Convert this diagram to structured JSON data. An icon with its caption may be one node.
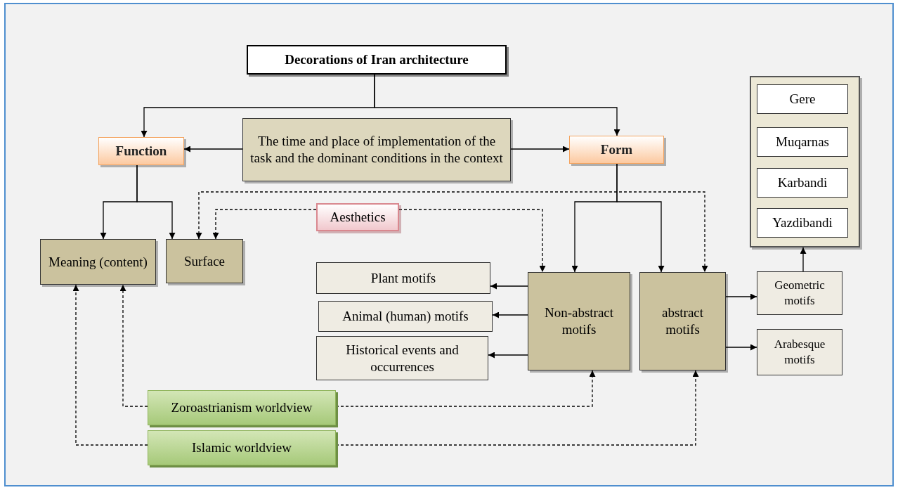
{
  "diagram": {
    "nodes": [
      {
        "text": [
          "Decorations of Iran architecture"
        ]
      },
      {
        "text": [
          "The time and place of implementation of the task and the dominant conditions in the context"
        ]
      },
      {
        "text": [
          "Function"
        ]
      },
      {
        "text": [
          "Form"
        ]
      },
      {
        "text": [
          "Meaning (content)"
        ]
      },
      {
        "text": [
          "Surface"
        ]
      },
      {
        "text": [
          "Aesthetics"
        ]
      },
      {
        "text": [
          "Plant motifs"
        ]
      },
      {
        "text": [
          "Animal (human) motifs"
        ]
      },
      {
        "text": [
          "Historical events and occurrences"
        ]
      },
      {
        "text": [
          "Non-abstract motifs"
        ]
      },
      {
        "text": [
          "abstract motifs"
        ]
      },
      {
        "text": [
          "Geometric motifs"
        ]
      },
      {
        "text": [
          "Arabesque motifs"
        ]
      },
      {
        "text": [],
        "shape": "box"
      },
      {
        "text": [
          "Gere"
        ],
        "in": 14
      },
      {
        "text": [
          "Muqarnas"
        ],
        "in": 14
      },
      {
        "text": [
          "Karbandi"
        ],
        "in": 14
      },
      {
        "text": [
          "Yazdibandi"
        ],
        "in": 14
      },
      {
        "text": [
          "Zoroastrianism worldview"
        ]
      },
      {
        "text": [
          "Islamic worldview"
        ]
      }
    ],
    "edges": [
      {
        "from": 0,
        "to": 2,
        "arrow": "to"
      },
      {
        "from": 0,
        "to": 3,
        "arrow": "to"
      },
      {
        "from": 1,
        "to": 2,
        "arrow": "to"
      },
      {
        "from": 1,
        "to": 3,
        "arrow": "to"
      },
      {
        "from": 2,
        "to": 4,
        "arrow": "to"
      },
      {
        "from": 2,
        "to": 5,
        "arrow": "to"
      },
      {
        "from": 3,
        "to": 10,
        "arrow": "to"
      },
      {
        "from": 3,
        "to": 11,
        "arrow": "to"
      },
      {
        "from": 5,
        "to": 11,
        "arrow": "both",
        "style": "dashed"
      },
      {
        "from": 6,
        "to": 5,
        "arrow": "to",
        "style": "dashed"
      },
      {
        "from": 6,
        "to": 10,
        "arrow": "to",
        "style": "dashed"
      },
      {
        "from": 10,
        "to": 7,
        "arrow": "to"
      },
      {
        "from": 10,
        "to": 8,
        "arrow": "to"
      },
      {
        "from": 10,
        "to": 9,
        "arrow": "to"
      },
      {
        "from": 11,
        "to": 12,
        "arrow": "to"
      },
      {
        "from": 11,
        "to": 13,
        "arrow": "to"
      },
      {
        "from": 12,
        "to": 14,
        "arrow": "to"
      },
      {
        "from": 19,
        "to": 4,
        "arrow": "to",
        "style": "dashed"
      },
      {
        "from": 19,
        "to": 10,
        "arrow": "to",
        "style": "dashed"
      },
      {
        "from": 20,
        "to": 4,
        "arrow": "to",
        "style": "dashed"
      },
      {
        "from": 20,
        "to": 11,
        "arrow": "to",
        "style": "dashed"
      }
    ]
  }
}
